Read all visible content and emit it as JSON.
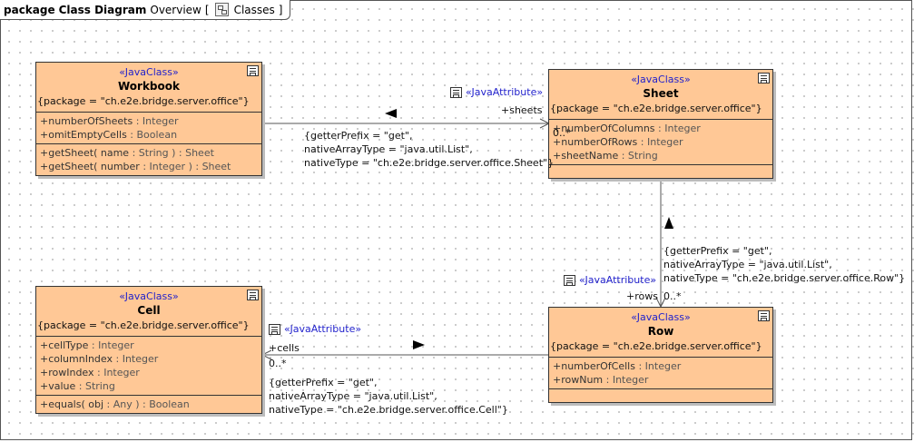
{
  "frame": {
    "kind": "package",
    "name": "Class Diagram",
    "context": "Overview",
    "bracket_open": "[",
    "link_label": "Classes",
    "bracket_close": "]"
  },
  "classes": {
    "workbook": {
      "stereotype": "«JavaClass»",
      "name": "Workbook",
      "tags": "{package = \"ch.e2e.bridge.server.office\"}",
      "attributes": [
        {
          "name": "+numberOfSheets",
          "type": ": Integer"
        },
        {
          "name": "+omitEmptyCells",
          "type": ": Boolean"
        }
      ],
      "operations": [
        {
          "name": "+getSheet( name",
          "type": ": String ) : Sheet"
        },
        {
          "name": "+getSheet( number",
          "type": ": Integer ) : Sheet"
        }
      ]
    },
    "sheet": {
      "stereotype": "«JavaClass»",
      "name": "Sheet",
      "tags": "{package = \"ch.e2e.bridge.server.office\"}",
      "attributes": [
        {
          "name": "+numberOfColumns",
          "type": ": Integer"
        },
        {
          "name": "+numberOfRows",
          "type": ": Integer"
        },
        {
          "name": "+sheetName",
          "type": ": String"
        }
      ]
    },
    "cell": {
      "stereotype": "«JavaClass»",
      "name": "Cell",
      "tags": "{package = \"ch.e2e.bridge.server.office\"}",
      "attributes": [
        {
          "name": "+cellType",
          "type": ": Integer"
        },
        {
          "name": "+columnIndex",
          "type": ": Integer"
        },
        {
          "name": "+rowIndex",
          "type": ": Integer"
        },
        {
          "name": "+value",
          "type": ": String"
        }
      ],
      "operations": [
        {
          "name": "+equals( obj",
          "type": ": Any ) : Boolean"
        }
      ]
    },
    "row": {
      "stereotype": "«JavaClass»",
      "name": "Row",
      "tags": "{package = \"ch.e2e.bridge.server.office\"}",
      "attributes": [
        {
          "name": "+numberOfCells",
          "type": ": Integer"
        },
        {
          "name": "+rowNum",
          "type": ": Integer"
        }
      ]
    }
  },
  "associations": {
    "sheets": {
      "stereotype": "«JavaAttribute»",
      "role": "+sheets",
      "multiplicity": "0..*",
      "tags": [
        "{getterPrefix = \"get\",",
        "nativeArrayType = \"java.util.List\",",
        "nativeType = \"ch.e2e.bridge.server.office.Sheet\"}"
      ]
    },
    "rows": {
      "stereotype": "«JavaAttribute»",
      "role": "+rows",
      "multiplicity": "0..*",
      "tags": [
        "{getterPrefix = \"get\",",
        "nativeArrayType = \"java.util.List\",",
        "nativeType = \"ch.e2e.bridge.server.office.Row\"}"
      ]
    },
    "cells": {
      "stereotype": "«JavaAttribute»",
      "role": "+cells",
      "multiplicity": "0..*",
      "tags": [
        "{getterPrefix = \"get\",",
        "nativeArrayType = \"java.util.List\",",
        "nativeType = \"ch.e2e.bridge.server.office.Cell\"}"
      ]
    }
  },
  "colors": {
    "class_fill": "#ffc896",
    "stereotype_text": "#2222cc",
    "line": "#555555"
  },
  "icons": {
    "diagram_link": "class-diagram-icon",
    "element": "java-class-icon"
  }
}
